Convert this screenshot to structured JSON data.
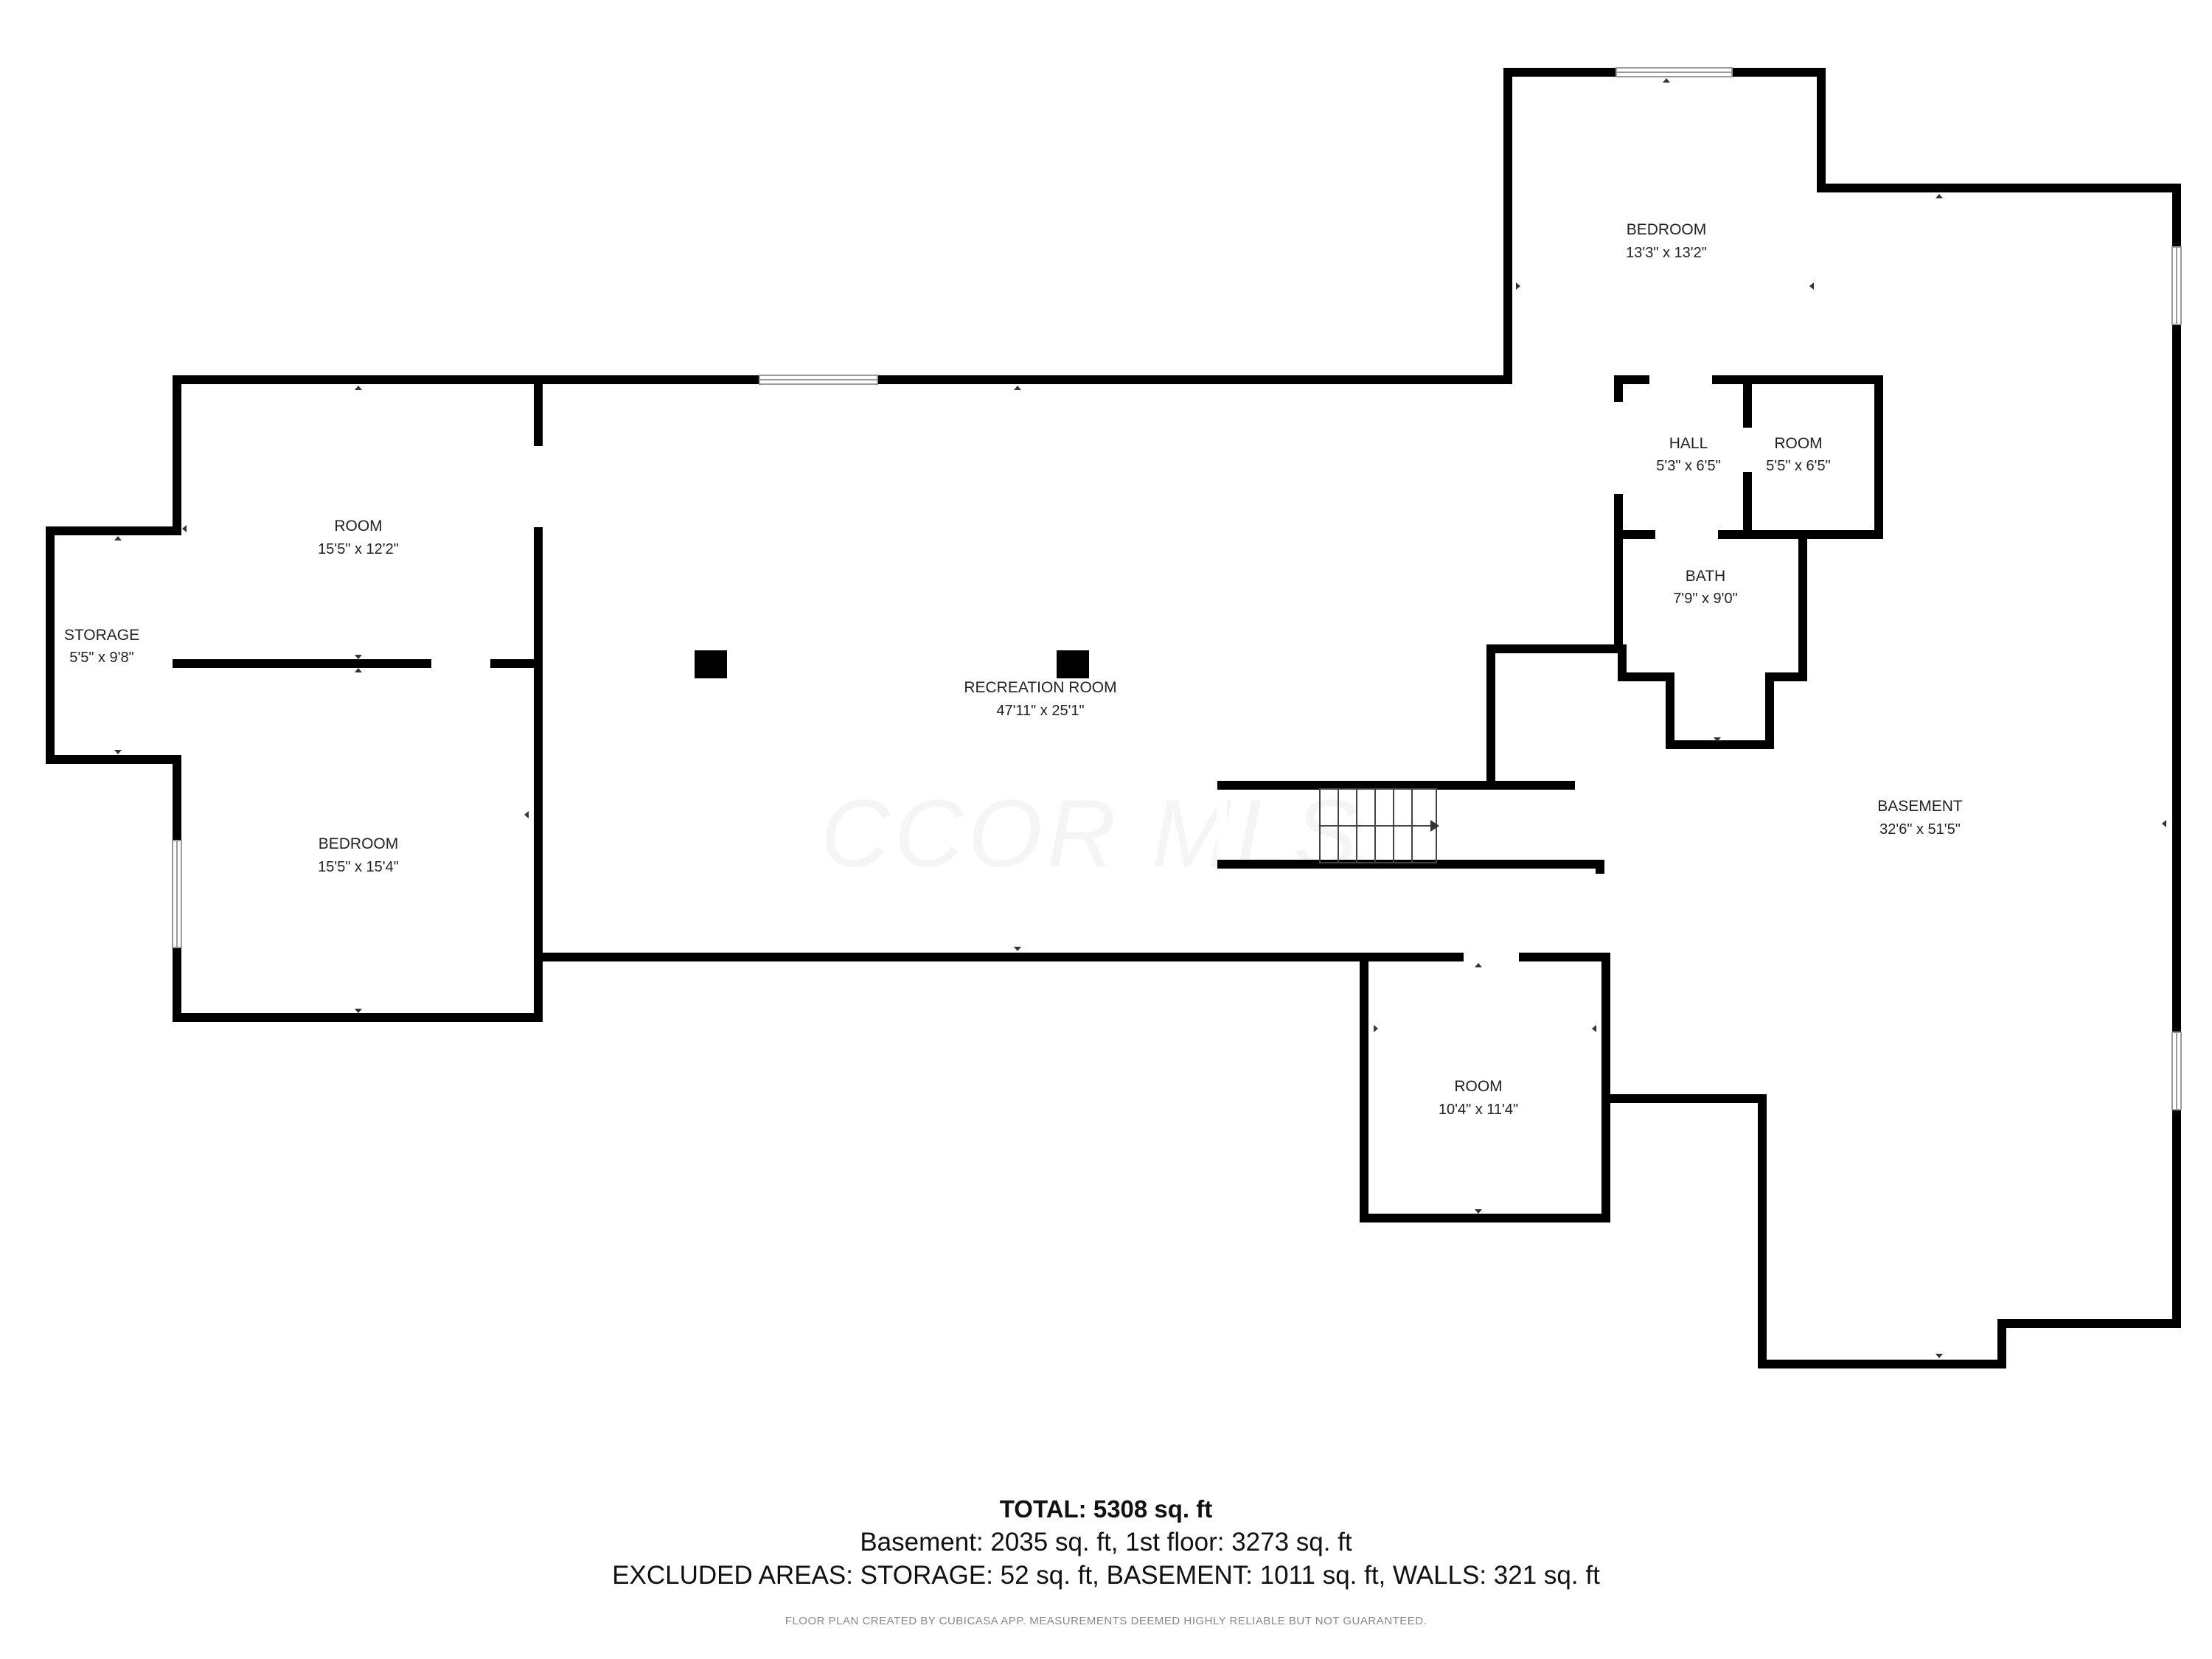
{
  "rooms": {
    "storage": {
      "name": "STORAGE",
      "dims": "5'5\" x 9'8\""
    },
    "room_upper_left": {
      "name": "ROOM",
      "dims": "15'5\" x 12'2\""
    },
    "bedroom_left": {
      "name": "BEDROOM",
      "dims": "15'5\" x 15'4\""
    },
    "recreation": {
      "name": "RECREATION ROOM",
      "dims": "47'11\" x 25'1\""
    },
    "bedroom_top": {
      "name": "BEDROOM",
      "dims": "13'3\" x 13'2\""
    },
    "hall": {
      "name": "HALL",
      "dims": "5'3\" x 6'5\""
    },
    "room_small": {
      "name": "ROOM",
      "dims": "5'5\" x 6'5\""
    },
    "bath": {
      "name": "BATH",
      "dims": "7'9\" x 9'0\""
    },
    "basement": {
      "name": "BASEMENT",
      "dims": "32'6\" x 51'5\""
    },
    "room_lower": {
      "name": "ROOM",
      "dims": "10'4\" x 11'4\""
    }
  },
  "watermark": "CCOR MLS",
  "summary": {
    "total": "TOTAL: 5308 sq. ft",
    "line1": "Basement: 2035 sq. ft, 1st floor: 3273 sq. ft",
    "line2": "EXCLUDED AREAS: STORAGE: 52 sq. ft, BASEMENT: 1011 sq. ft, WALLS: 321 sq. ft",
    "credit": "FLOOR PLAN CREATED BY CUBICASA APP. MEASUREMENTS DEEMED HIGHLY RELIABLE BUT NOT GUARANTEED."
  }
}
